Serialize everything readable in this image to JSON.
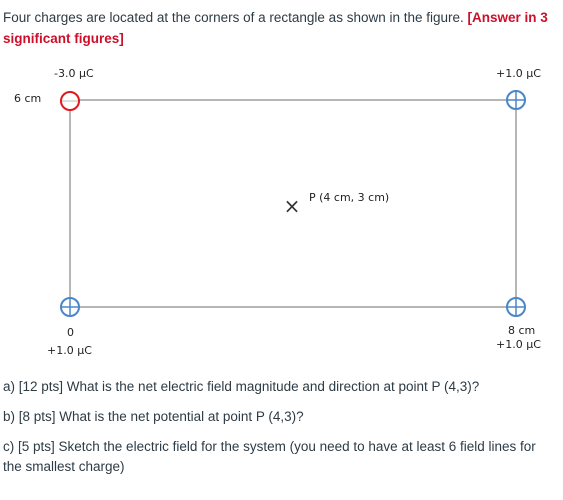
{
  "intro": {
    "text": "Four charges are located at the corners of a rectangle as shown in the figure.",
    "emphasis": "[Answer in 3 significant figures]",
    "emphasis_color": "#cc0f2a"
  },
  "diagram": {
    "charge_top_left": "-3.0 μC",
    "charge_top_right": "+1.0 μC",
    "charge_bottom_left": "+1.0 μC",
    "charge_bottom_right": "+1.0 μC",
    "label_6cm": "6 cm",
    "label_origin": "0",
    "label_8cm": "8 cm",
    "point_label": "P (4 cm, 3 cm)",
    "point_marker": "×",
    "negative_color": "#e0181f",
    "positive_color": "#4a86c8"
  },
  "questions": {
    "a": "a) [12 pts] What is the net electric field magnitude and direction at point P (4,3)?",
    "b": "b) [8 pts] What is the net potential at point P (4,3)?",
    "c": "c) [5 pts] Sketch the electric field for the system (you need to have at least 6 field lines for the smallest charge)"
  }
}
